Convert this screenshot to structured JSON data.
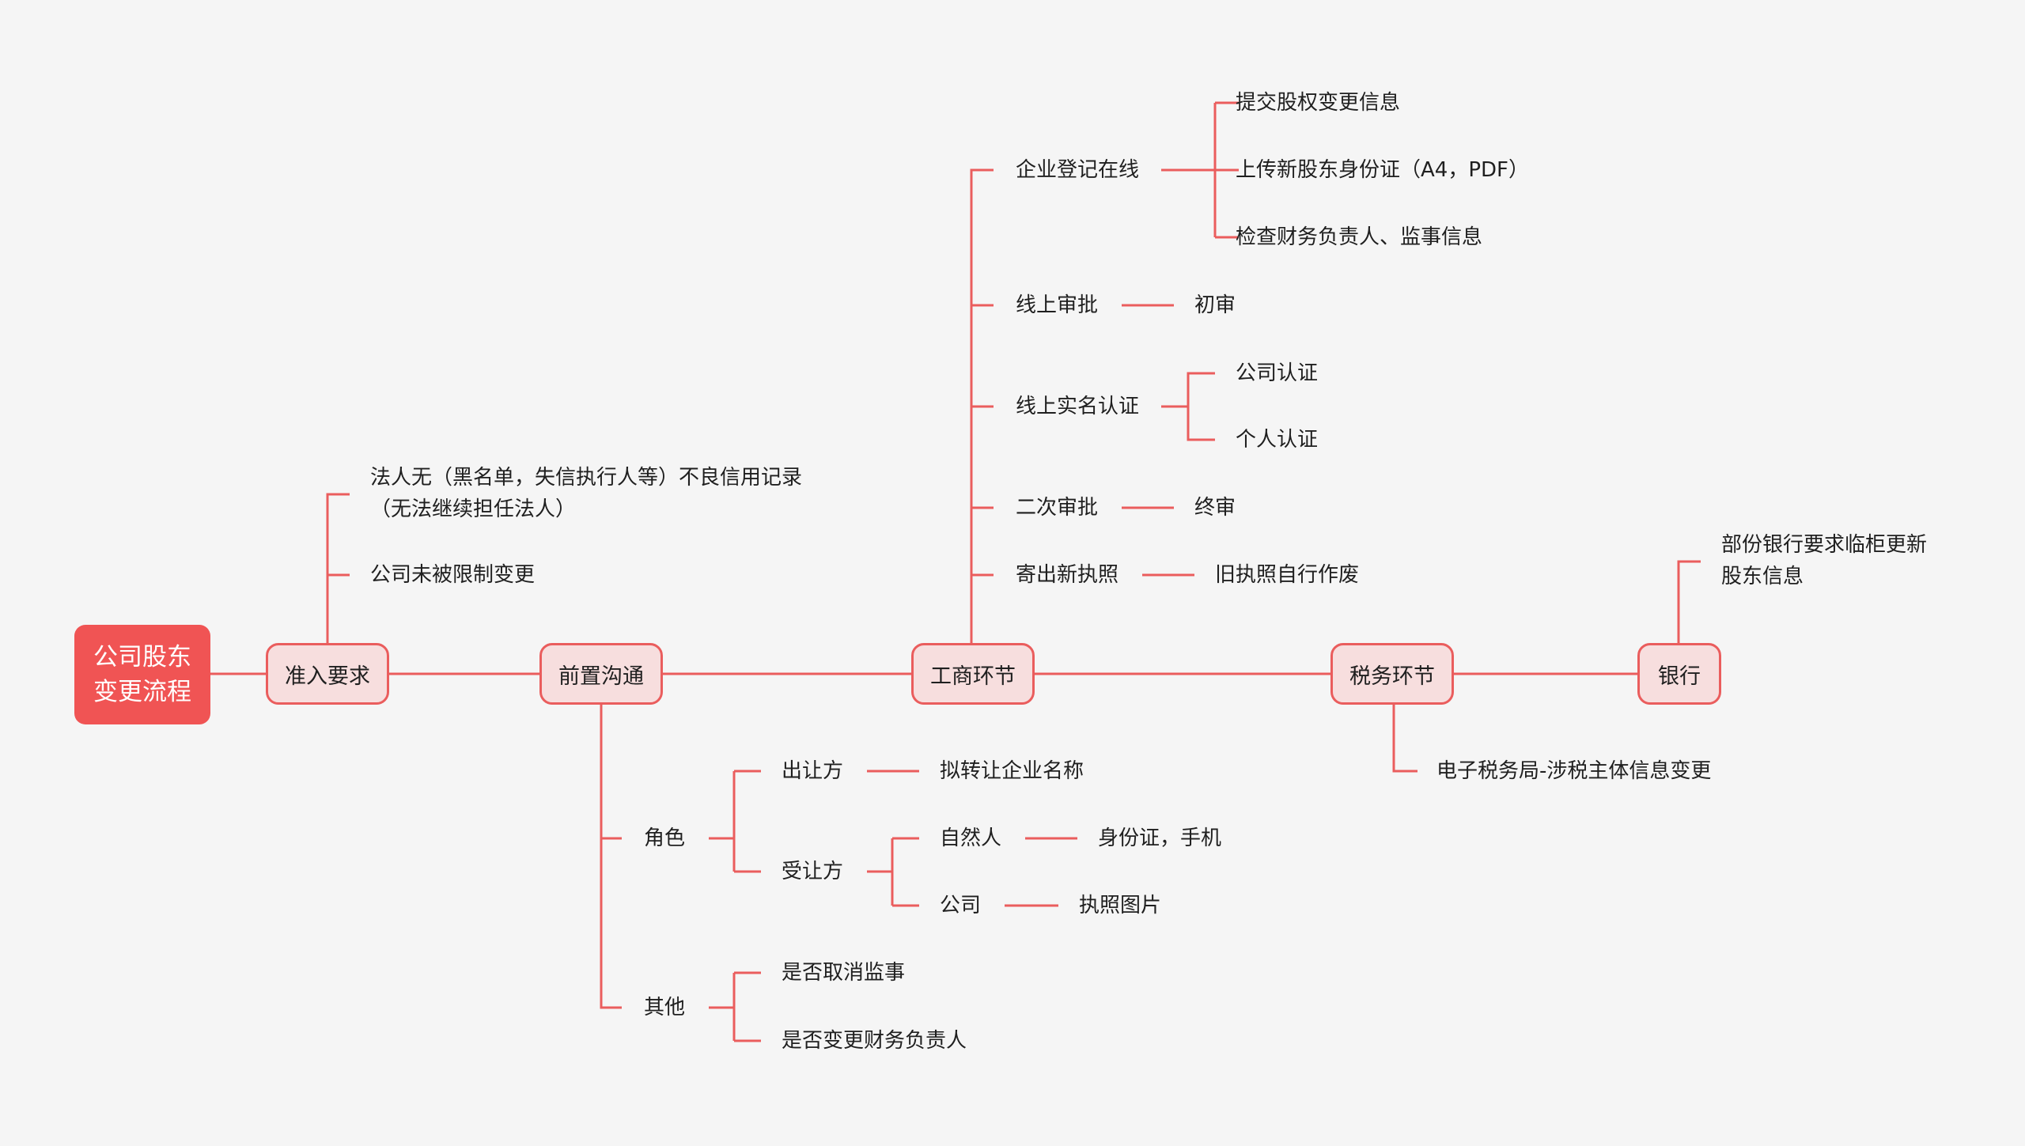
{
  "colors": {
    "line": "#ea5d5d",
    "root_fill": "#f05454",
    "box_fill": "#f7dede",
    "background": "#f5f5f5"
  },
  "root": {
    "label": "公司股东变更流程"
  },
  "main": {
    "access": "准入要求",
    "precomm": "前置沟通",
    "gongshang": "工商环节",
    "tax": "税务环节",
    "bank": "银行"
  },
  "access_items": {
    "credit": "法人无（黑名单，失信执行人等）不良信用记录（无法继续担任法人）",
    "unrestricted": "公司未被限制变更"
  },
  "gongshang_items": {
    "qiye": "企业登记在线",
    "qiye_children": [
      "提交股权变更信息",
      "上传新股东身份证（A4，PDF）",
      "检查财务负责人、监事信息"
    ],
    "approve": "线上审批",
    "approve_child": "初审",
    "realname": "线上实名认证",
    "realname_children": [
      "公司认证",
      "个人认证"
    ],
    "second": "二次审批",
    "second_child": "终审",
    "mail": "寄出新执照",
    "mail_child": "旧执照自行作废"
  },
  "tax_items": {
    "etax": "电子税务局-涉税主体信息变更"
  },
  "bank_items": {
    "update": "部份银行要求临柜更新股东信息"
  },
  "precomm_items": {
    "role": "角色",
    "seller": "出让方",
    "seller_child": "拟转让企业名称",
    "buyer": "受让方",
    "natural": "自然人",
    "natural_child": "身份证，手机",
    "company": "公司",
    "company_child": "执照图片",
    "other": "其他",
    "other_children": [
      "是否取消监事",
      "是否变更财务负责人"
    ]
  }
}
